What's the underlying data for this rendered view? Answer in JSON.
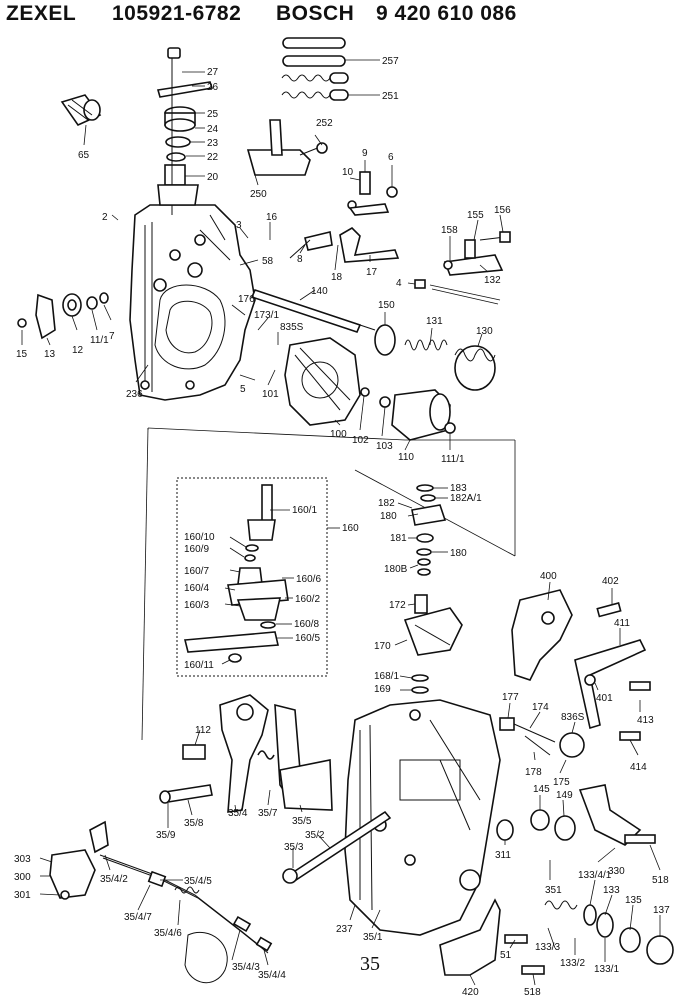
{
  "header": {
    "brand1": "ZEXEL",
    "part1": "105921-6782",
    "brand2": "BOSCH",
    "part2": "9 420 610 086"
  },
  "page_number": "35",
  "callouts": {
    "c27": "27",
    "c26": "26",
    "c25": "25",
    "c24": "24",
    "c23": "23",
    "c22": "22",
    "c20": "20",
    "c257": "257",
    "c251": "251",
    "c252": "252",
    "c250": "250",
    "c65": "65",
    "c9": "9",
    "c10": "10",
    "c6": "6",
    "c2": "2",
    "c3": "3",
    "c16": "16",
    "c58": "58",
    "c8": "8",
    "c18": "18",
    "c17": "17",
    "c158": "158",
    "c155": "155",
    "c156": "156",
    "c4": "4",
    "c132": "132",
    "c140": "140",
    "c176": "176",
    "c173_1": "173/1",
    "c835s": "835S",
    "c150": "150",
    "c131": "131",
    "c130": "130",
    "c15": "15",
    "c13": "13",
    "c12": "12",
    "c11_1": "11/1",
    "c7": "7",
    "c236": "236",
    "c5": "5",
    "c101": "101",
    "c100": "100",
    "c102": "102",
    "c103": "103",
    "c110": "110",
    "c111_1": "111/1",
    "c183": "183",
    "c182a_1": "182A/1",
    "c182": "182",
    "c180a": "180",
    "c181": "181",
    "c180b": "180",
    "c180b_lbl": "180B",
    "c160_1": "160/1",
    "c160": "160",
    "c160_10": "160/10",
    "c160_9": "160/9",
    "c160_7": "160/7",
    "c160_6": "160/6",
    "c160_4": "160/4",
    "c160_2": "160/2",
    "c160_3": "160/3",
    "c160_8": "160/8",
    "c160_5": "160/5",
    "c160_11": "160/11",
    "c400": "400",
    "c402": "402",
    "c172": "172",
    "c170": "170",
    "c411": "411",
    "c168_1": "168/1",
    "c169": "169",
    "c177": "177",
    "c174": "174",
    "c836s": "836S",
    "c401": "401",
    "c413": "413",
    "c112": "112",
    "c178": "178",
    "c175": "175",
    "c414": "414",
    "c145": "145",
    "c149": "149",
    "c35_9": "35/9",
    "c35_8": "35/8",
    "c35_4": "35/4",
    "c35_7": "35/7",
    "c35_5": "35/5",
    "c35_2": "35/2",
    "c35_3": "35/3",
    "c311": "311",
    "c303": "303",
    "c300": "300",
    "c301": "301",
    "c35_4_2": "35/4/2",
    "c35_4_5": "35/4/5",
    "c35_4_7": "35/4/7",
    "c35_4_6": "35/4/6",
    "c35_4_3": "35/4/3",
    "c35_4_4": "35/4/4",
    "c237": "237",
    "c35_1": "35/1",
    "c351": "351",
    "c330": "330",
    "c518a": "518",
    "c133_4_1": "133/4/1",
    "c133": "133",
    "c135": "135",
    "c137": "137",
    "c51": "51",
    "c133_3": "133/3",
    "c133_2": "133/2",
    "c133_1": "133/1",
    "c420": "420",
    "c518b": "518"
  }
}
